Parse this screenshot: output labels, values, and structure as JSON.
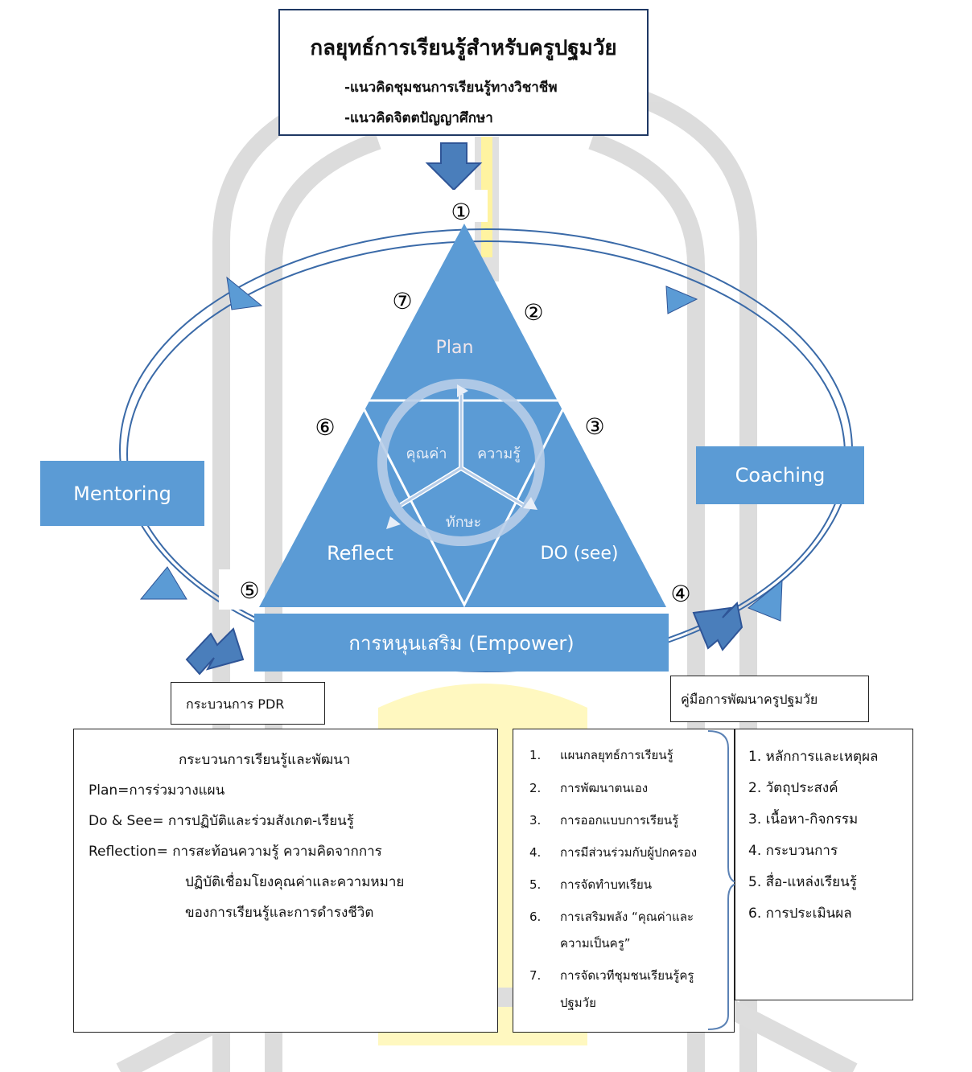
{
  "title_box": {
    "title": "กลยุทธ์การเรียนรู้สำหรับครูปฐมวัย",
    "lines": [
      "-แนวคิดชุมชนการเรียนรู้ทางวิชาชีพ",
      "-แนวคิดจิตตปัญญาศึกษา"
    ]
  },
  "triangle": {
    "top_label": "Plan",
    "left_label": "Reflect",
    "right_label": "DO (see)",
    "cycle": [
      "คุณค่า",
      "ความรู้",
      "ทักษะ"
    ],
    "numbers": [
      "①",
      "②",
      "③",
      "④",
      "⑤",
      "⑥",
      "⑦"
    ]
  },
  "side": {
    "mentoring": "Mentoring",
    "coaching": "Coaching",
    "empower": "การหนุนเสริม (Empower)"
  },
  "pdr_label": "กระบวนการ PDR",
  "manual_label": "คู่มือการพัฒนาครูปฐมวัย",
  "pdr_box": {
    "heading": "กระบวนการเรียนรู้และพัฒนา",
    "lines": [
      "Plan=การร่วมวางแผน",
      "Do & See= การปฏิบัติและร่วมสังเกต-เรียนรู้",
      "Reflection= การสะท้อนความรู้ ความคิดจากการ",
      "ปฏิบัติเชื่อมโยงคุณค่าและความหมาย",
      "ของการเรียนรู้และการดำรงชีวิต"
    ]
  },
  "manual_list": [
    {
      "n": "1.",
      "text": "แผนกลยุทธ์การเรียนรู้"
    },
    {
      "n": "2.",
      "text": "การพัฒนาตนเอง"
    },
    {
      "n": "3.",
      "text": "การออกแบบการเรียนรู้"
    },
    {
      "n": "4.",
      "text": "การมีส่วนร่วมกับผู้ปกครอง"
    },
    {
      "n": "5.",
      "text": "การจัดทำบทเรียน"
    },
    {
      "n": "6.",
      "text": "การเสริมพลัง “คุณค่าและ",
      "text2": "ความเป็นครู”"
    },
    {
      "n": "7.",
      "text": "การจัดเวทีชุมชนเรียนรู้ครู",
      "text2": "ปฐมวัย"
    }
  ],
  "components": [
    "1. หลักการและเหตุผล",
    "2. วัตถุประสงค์",
    "3. เนื้อหา-กิจกรรม",
    "4. กระบวนการ",
    "5. สื่อ-แหล่งเรียนรู้",
    "6. การประเมินผล"
  ],
  "colors": {
    "triangle": "#5b9bd5",
    "arrow": "#4a7ebb",
    "ellipse": "#3a6aa8",
    "cycle_ring": "#b7cde8"
  }
}
